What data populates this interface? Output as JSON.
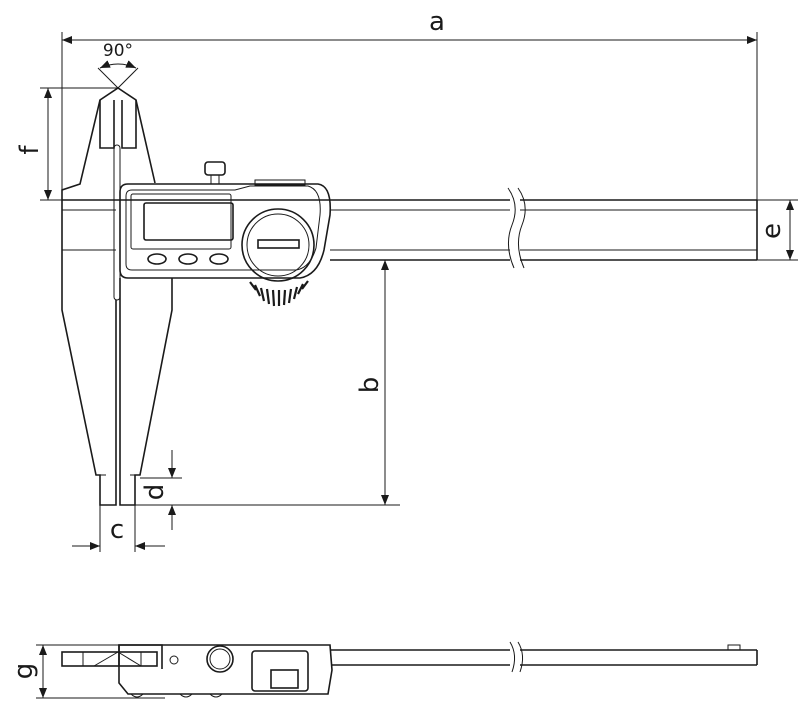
{
  "title": "Digital caliper dimension drawing",
  "labels": {
    "a": "a",
    "b": "b",
    "c": "c",
    "d": "d",
    "e": "e",
    "f": "f",
    "g": "g",
    "angle": "90°"
  },
  "colors": {
    "line": "#1a1a1a",
    "background": "#ffffff"
  }
}
